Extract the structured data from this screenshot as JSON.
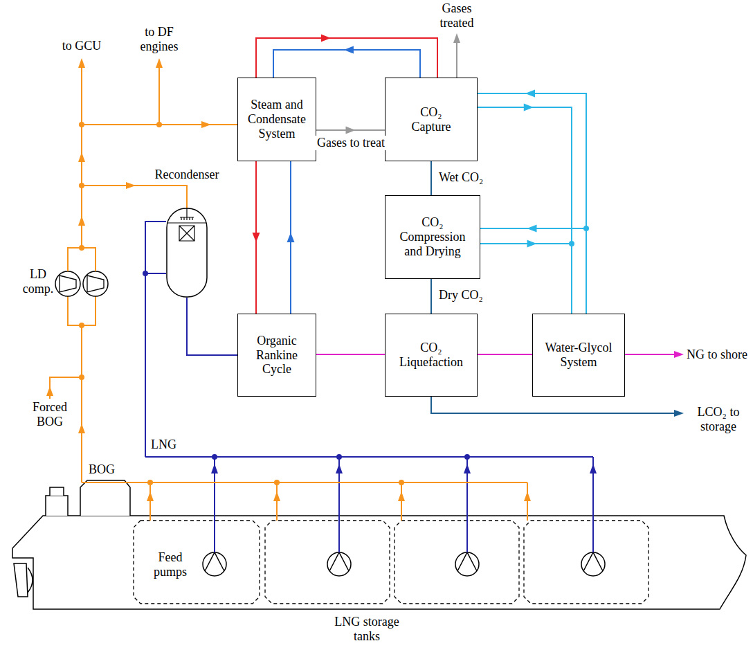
{
  "diagram": {
    "nodes": [
      {
        "text": [
          "Steam and Condensate System"
        ]
      },
      {
        "text": [
          "CO₂ Capture"
        ]
      },
      {
        "text": [
          "Recondenser"
        ]
      },
      {
        "text": [
          "CO₂ Compression and Drying"
        ]
      },
      {
        "text": [
          "Organic Rankine Cycle"
        ]
      },
      {
        "text": [
          "CO₂ Liquefaction"
        ]
      },
      {
        "text": [
          "Water-Glycol System"
        ]
      }
    ],
    "edges": [
      {
        "from": 0,
        "to": 1,
        "arrow": "to",
        "label": "Gases to treat"
      },
      {
        "from": 0,
        "to": 1,
        "arrow": "to"
      },
      {
        "from": 1,
        "to": 0,
        "arrow": "to"
      },
      {
        "from": 0,
        "to": 4,
        "arrow": "to"
      },
      {
        "from": 4,
        "to": 0,
        "arrow": "to"
      },
      {
        "from": 1,
        "to": 3,
        "arrow": "none",
        "label": "Wet CO₂"
      },
      {
        "from": 3,
        "to": 5,
        "arrow": "none",
        "label": "Dry CO₂"
      },
      {
        "from": 4,
        "to": 5,
        "arrow": "none"
      },
      {
        "from": 5,
        "to": 6,
        "arrow": "none"
      },
      {
        "from": 6,
        "to": 1,
        "arrow": "to"
      },
      {
        "from": 1,
        "to": 6,
        "arrow": "to"
      },
      {
        "from": 6,
        "to": 3,
        "arrow": "to"
      },
      {
        "from": 3,
        "to": 6,
        "arrow": "to"
      },
      {
        "from": 2,
        "to": 4,
        "arrow": "none"
      }
    ],
    "labels": [
      "Gases treated",
      "to GCU",
      "to DF engines",
      "LD comp.",
      "Forced BOG",
      "BOG",
      "LNG",
      "NG to shore",
      "LCO₂ to storage",
      "Feed pumps",
      "LNG storage tanks"
    ]
  }
}
